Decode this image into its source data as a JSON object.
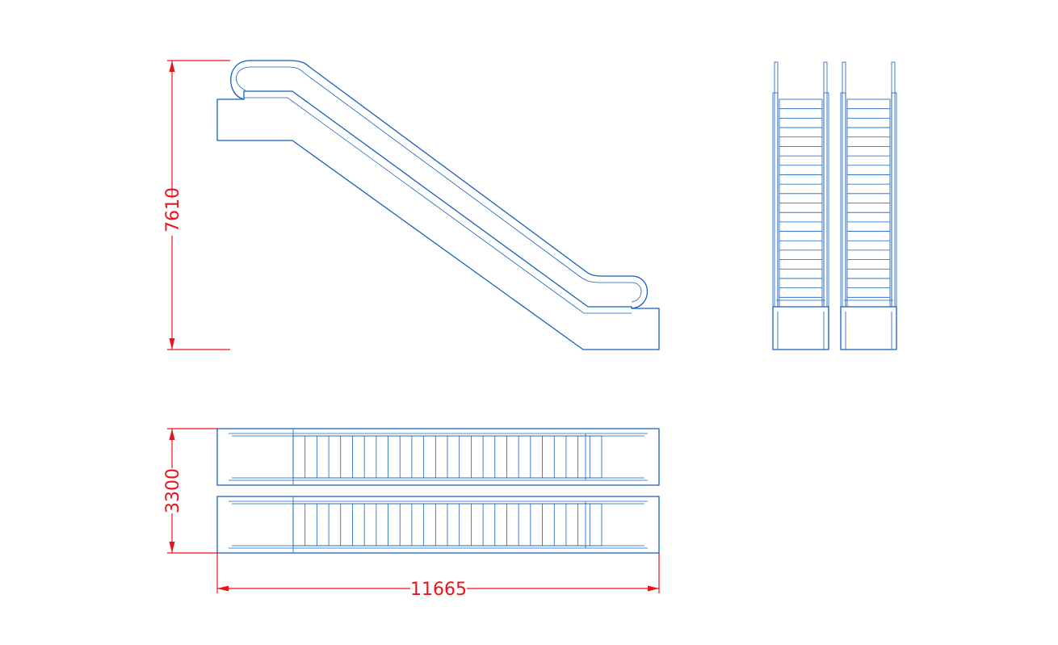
{
  "dimensions": {
    "height": "7610",
    "width": "3300",
    "length": "11665"
  },
  "colors": {
    "linework": "#1560bd",
    "dimension": "#e8141c",
    "background": "#ffffff"
  },
  "plan_view": {
    "units": 2,
    "steps_per_unit": 26
  },
  "end_view": {
    "units": 2,
    "steps_per_unit": 22
  }
}
